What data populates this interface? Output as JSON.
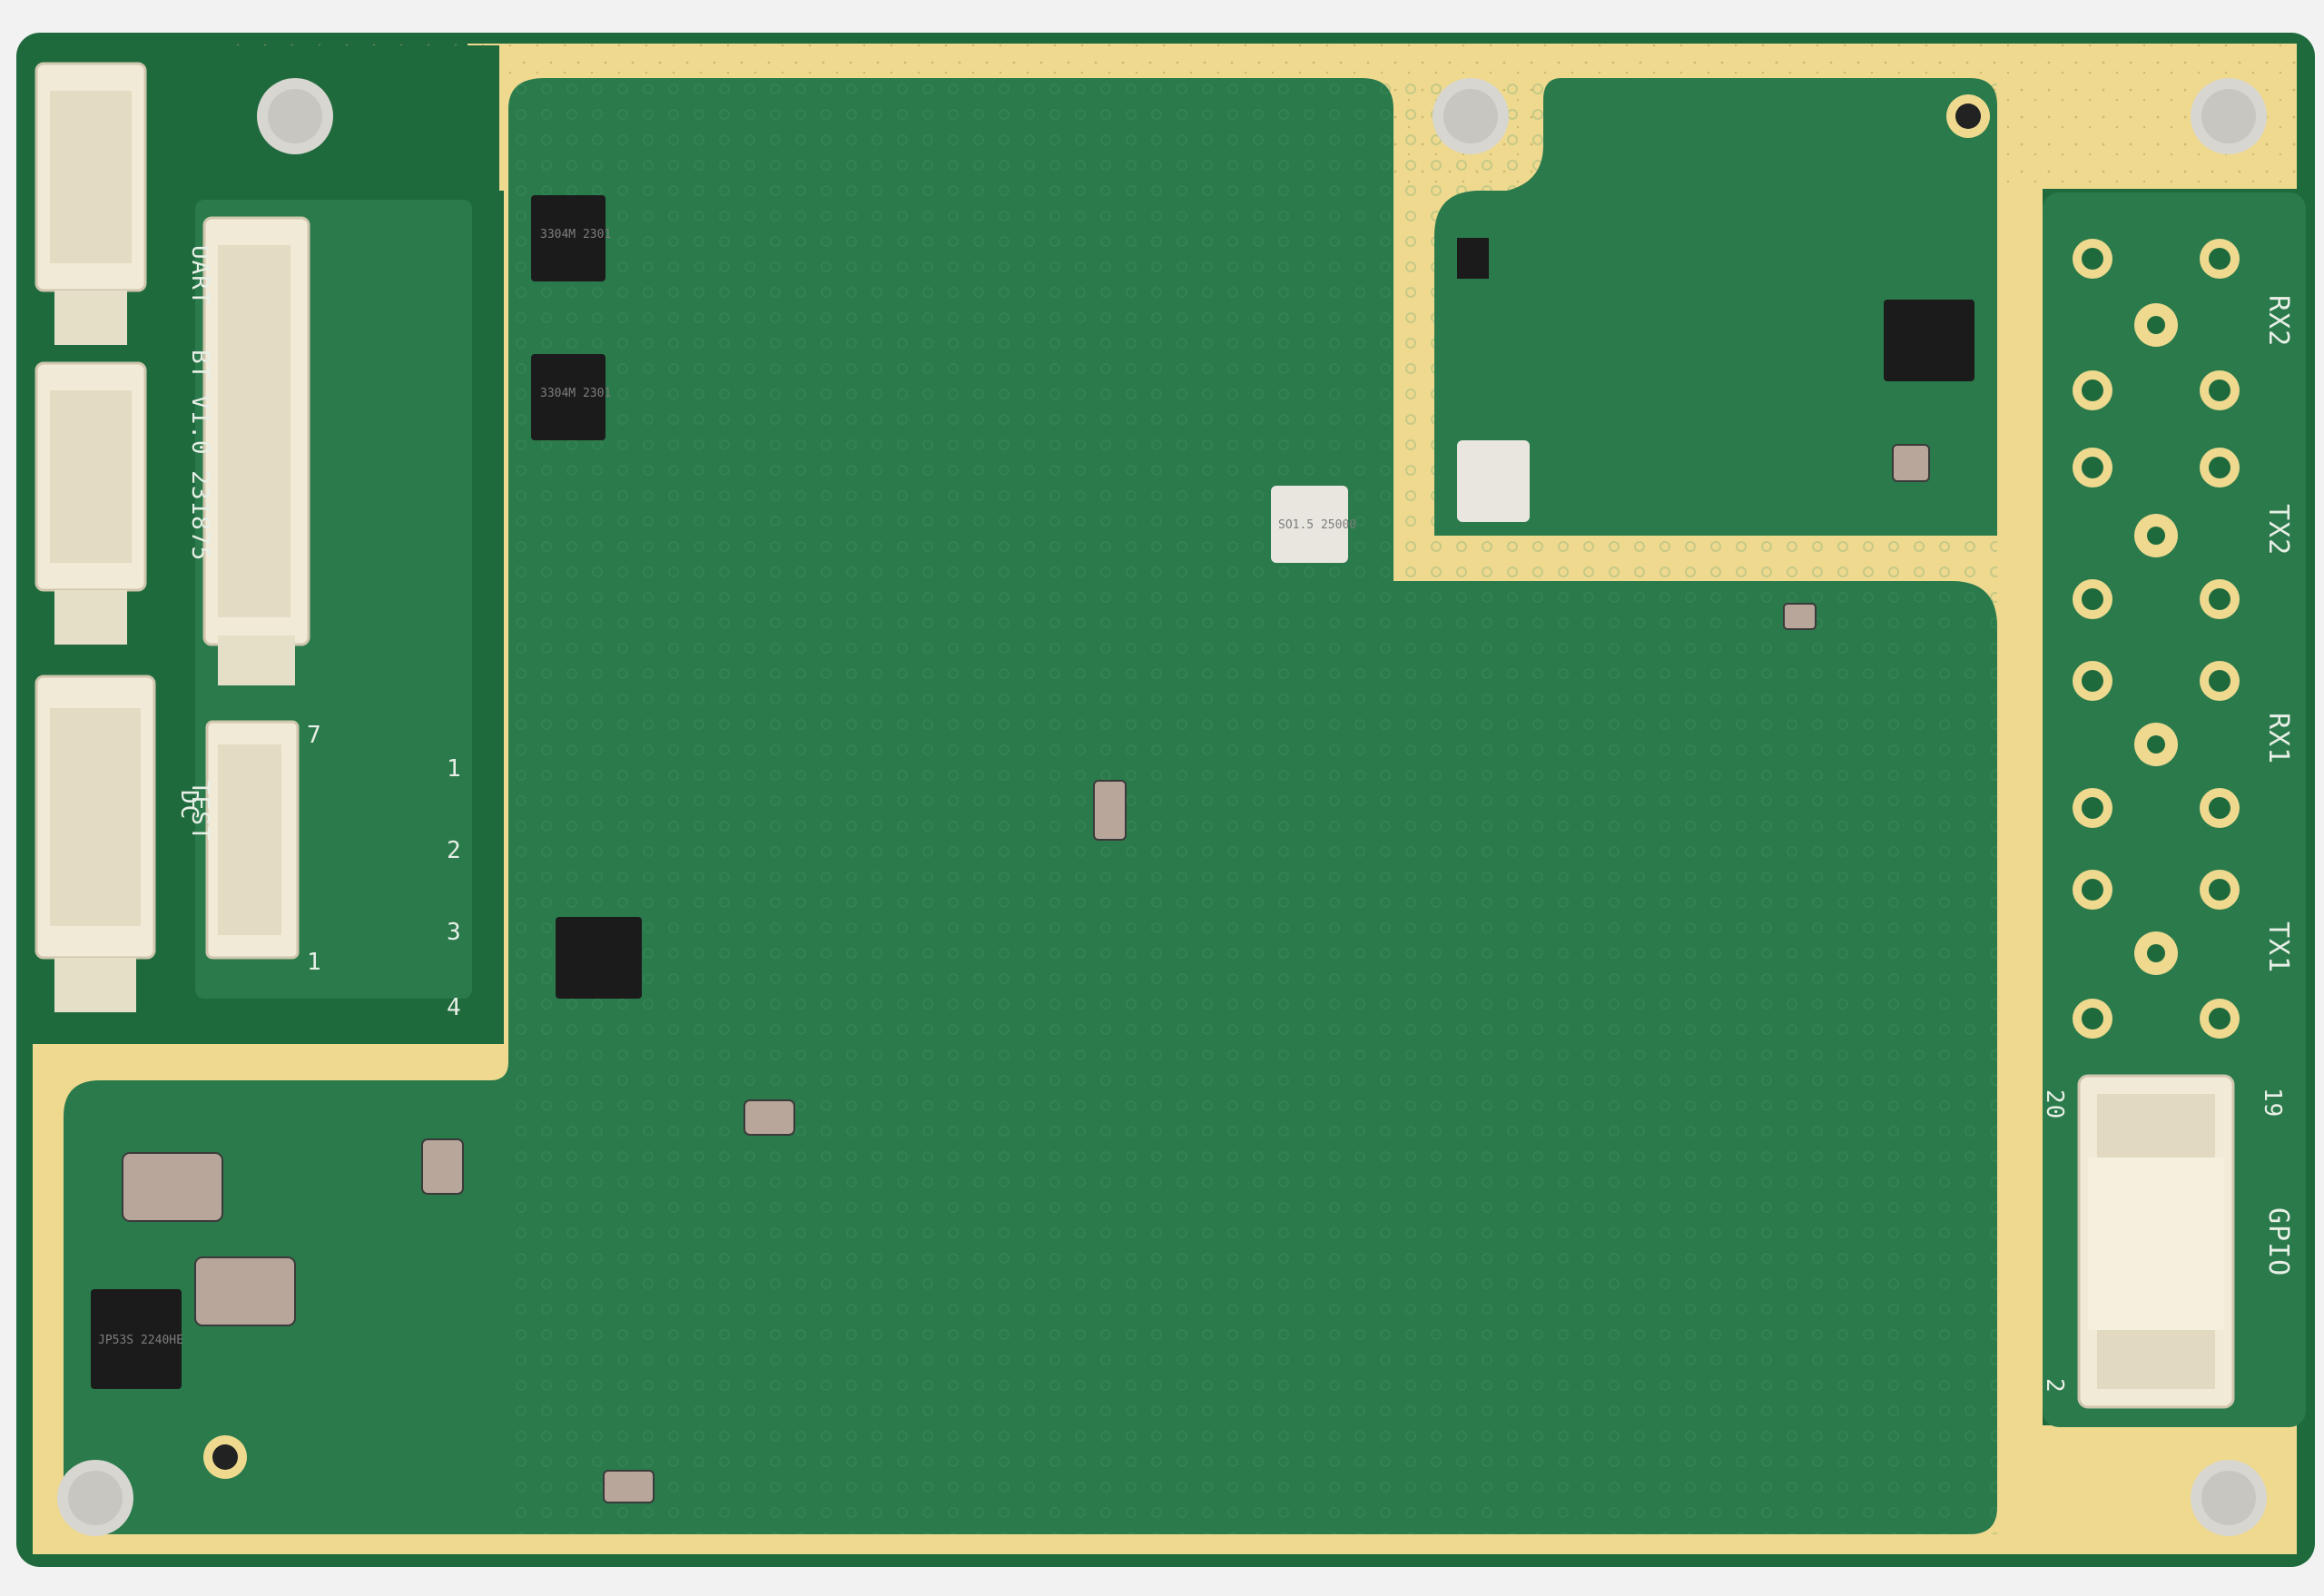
{
  "board": {
    "colors": {
      "background": "#f2f2f2",
      "pcb_outer": "#1f6a3d",
      "pcb_inner": "#2a7a4b",
      "gold_frame": "#eed98f",
      "silkscreen": "#e8efe6",
      "connector": "#f1ead7",
      "chip": "#1b1b1b"
    },
    "silkscreen": {
      "uart": "UART",
      "version": "BT V1.0 231875",
      "test": "TEST",
      "dc": "DC",
      "pin_7": "7",
      "pin_1": "1",
      "ch_1": "1",
      "ch_2": "2",
      "ch_3": "3",
      "ch_4": "4",
      "rx2": "RX2",
      "tx2": "TX2",
      "rx1": "RX1",
      "tx1": "TX1",
      "gpio": "GPIO",
      "pin_20": "20",
      "pin_19": "19",
      "pin_2": "2"
    },
    "chips": {
      "mosfet_a": "3304M 2301",
      "mosfet_b": "3304M 2301",
      "regulator": "JP53S 2240HE",
      "oscillator": "SO1.5 25000"
    }
  }
}
